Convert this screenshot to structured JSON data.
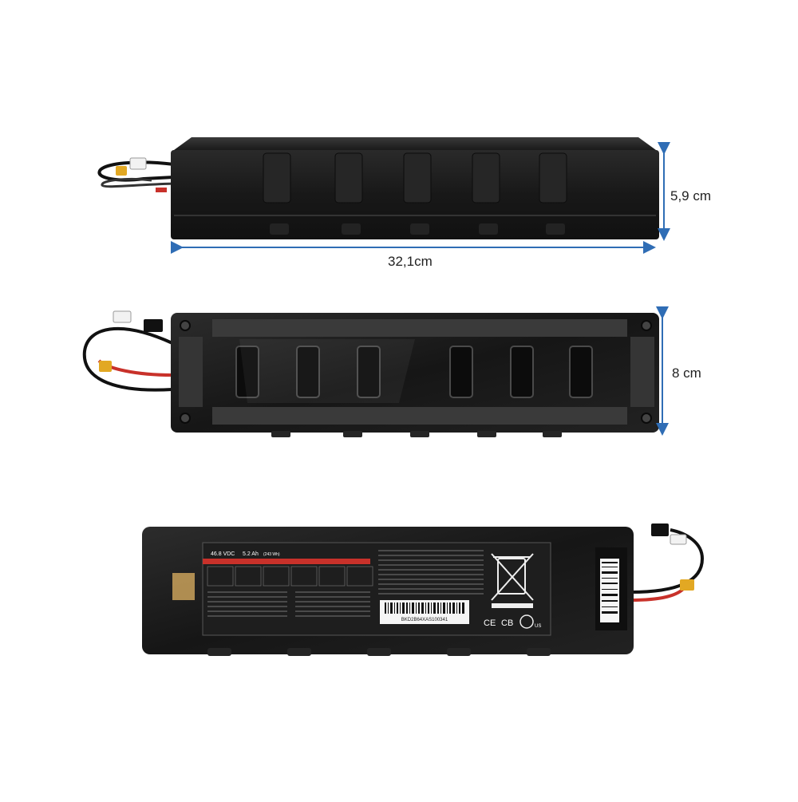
{
  "dimensions": {
    "length": "32,1cm",
    "height": "5,9 cm",
    "width": "8 cm"
  },
  "label": {
    "voltage": "46.8 VDC",
    "capacity": "5.2 Ah",
    "energy": "(243 Wh)",
    "serial": "BKD2B64XAS100341",
    "cert_ce": "CE",
    "cert_cb": "CB",
    "cert_us": "US"
  },
  "colors": {
    "battery_body": "#1b1b1b",
    "dimension_arrow": "#2f6db5",
    "label_red_band": "#c8312a",
    "connector_yellow": "#e2a823"
  },
  "icons": [
    "weee-bin-icon",
    "ce-mark-icon",
    "cb-mark-icon",
    "ul-mark-icon"
  ]
}
